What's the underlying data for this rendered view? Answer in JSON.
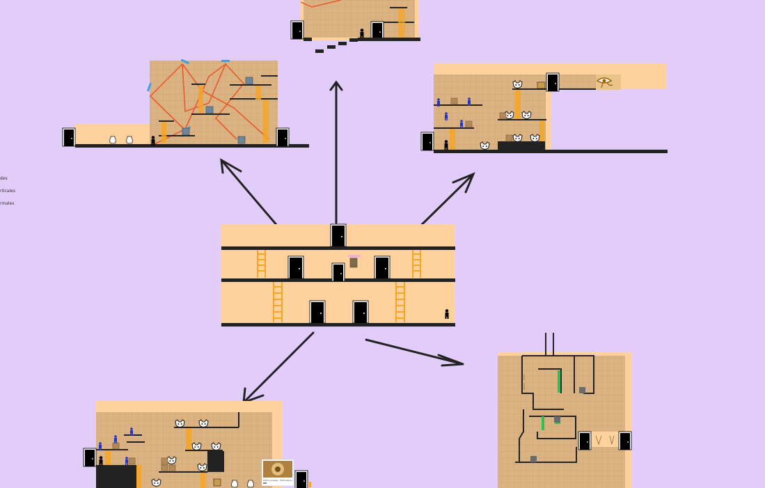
{
  "colors": {
    "background": "#e2ccfa",
    "room_fill": "#ffd19c",
    "grid_fill": "#dbb282",
    "grid_line": "#c89c6b",
    "platform": "#222222",
    "ladder": "#f5a623",
    "laser": "#e65a2c",
    "mirror": "#3aa0e0",
    "guard": "#2233cc",
    "vine": "#2fc05a",
    "arrow": "#222222"
  },
  "side_labels": [
    "des",
    "rticales",
    "rmales"
  ],
  "thumbnail": {
    "title": "Pixie's lineage - Petit aperçu",
    "icon": "chest-icon"
  },
  "icons": {
    "door": "door-icon",
    "player": "player-icon",
    "guard": "guard-icon",
    "mask": "mask-icon",
    "crate": "crate-icon",
    "ladder": "ladder-icon",
    "eye": "eye-of-horus-icon",
    "jar": "jar-icon",
    "painting": "painting-icon",
    "mirror": "mirror-icon",
    "vine": "vine-icon",
    "sarcophagus": "sarcophagus-icon",
    "arrow": "arrow-icon"
  }
}
